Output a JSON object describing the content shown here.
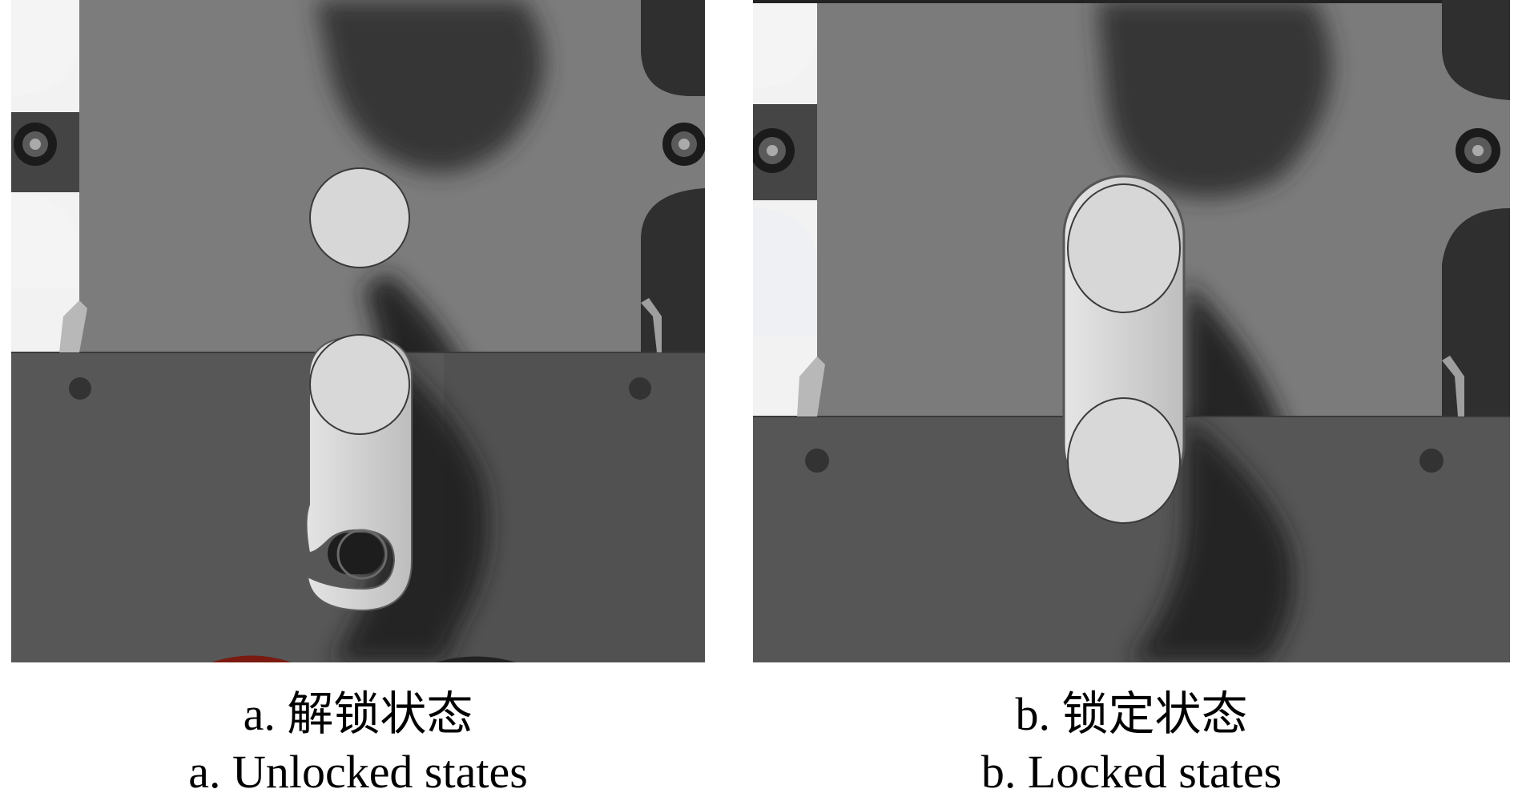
{
  "panels": [
    {
      "id": "a",
      "caption_zh": "a. 解锁状态",
      "caption_en": "a. Unlocked states",
      "state": "unlocked"
    },
    {
      "id": "b",
      "caption_zh": "b. 锁定状态",
      "caption_en": "b. Locked states",
      "state": "locked"
    }
  ],
  "colors": {
    "upper_plate": "#7b7b7b",
    "lower_block": "#555555",
    "dark_frame": "#3b3b3b",
    "pin": "#d6d6d6",
    "latch": "#cfcfcf",
    "shadow": "#232323"
  }
}
